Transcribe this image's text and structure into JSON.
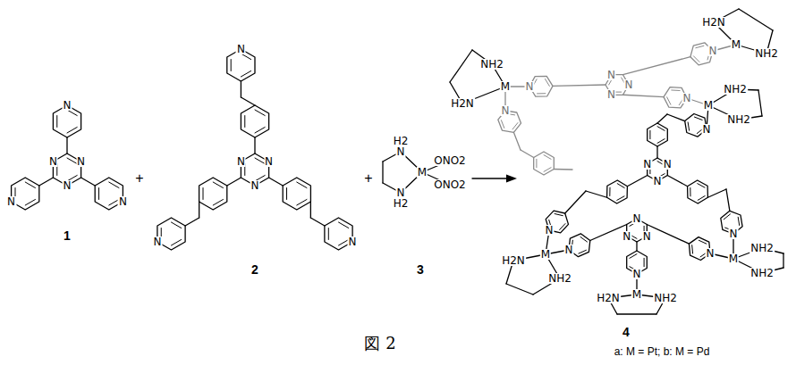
{
  "diagram": {
    "caption": "図 2",
    "labels": [
      "N",
      "N",
      "N",
      "N",
      "N",
      "N",
      "1",
      "+",
      "N",
      "N",
      "N",
      "N",
      "N",
      "N",
      "2",
      "+",
      "H2",
      "N",
      "M",
      "ONO2",
      "ONO2",
      "N",
      "H2",
      "3",
      "NH2",
      "H2N",
      "M",
      "N",
      "N",
      "N",
      "N",
      "N",
      "N",
      "H2N",
      "M",
      "NH2",
      "N",
      "M",
      "NH2",
      "NH2",
      "N",
      "N",
      "N",
      "N",
      "N",
      "N",
      "N",
      "N",
      "N",
      "H2N",
      "M",
      "NH2",
      "N",
      "N",
      "M",
      "NH2",
      "NH2",
      "N",
      "H2N",
      "M",
      "NH2",
      "4",
      "a: M = Pt; b: M = Pd"
    ]
  }
}
